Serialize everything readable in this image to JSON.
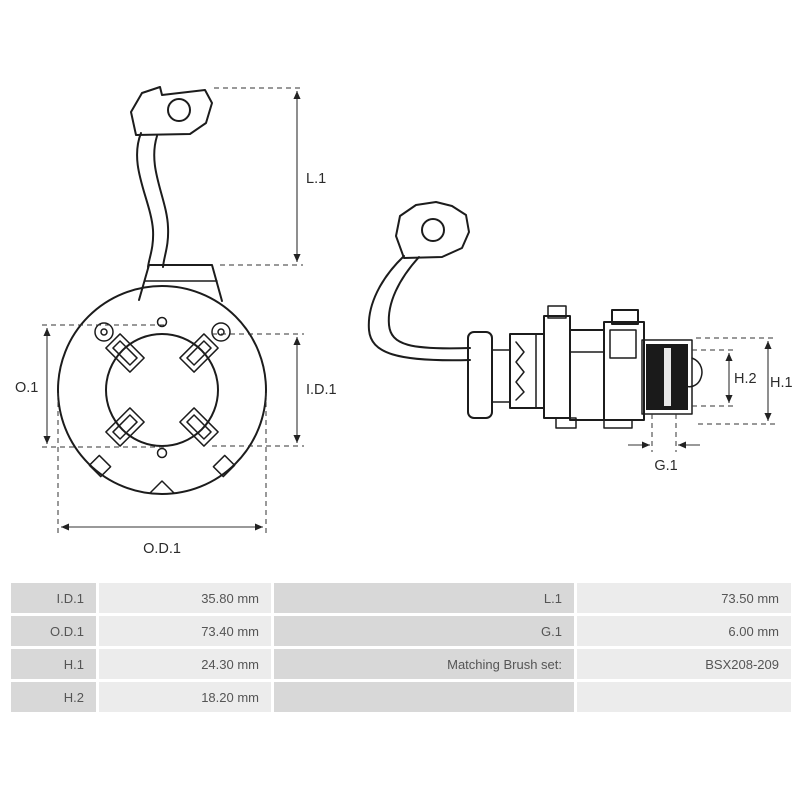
{
  "drawing": {
    "dims": {
      "l1": "L.1",
      "o1": "O.1",
      "id1": "I.D.1",
      "od1": "O.D.1",
      "h1": "H.1",
      "h2": "H.2",
      "g1": "G.1"
    }
  },
  "table": {
    "rows": [
      [
        "I.D.1",
        "35.80 mm",
        "L.1",
        "73.50 mm"
      ],
      [
        "O.D.1",
        "73.40 mm",
        "G.1",
        "6.00 mm"
      ],
      [
        "H.1",
        "24.30 mm",
        "Matching Brush set:",
        "BSX208-209"
      ],
      [
        "H.2",
        "18.20 mm",
        "",
        ""
      ]
    ],
    "label_bg": "#d8d8d8",
    "value_bg": "#ececec",
    "text_color": "#555555",
    "line_color": "#1c1c1c"
  }
}
